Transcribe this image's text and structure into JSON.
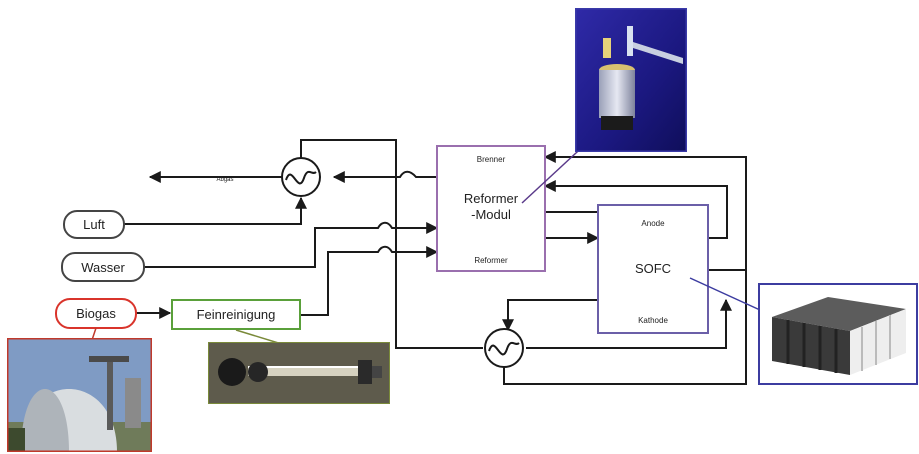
{
  "nodes": {
    "luft": "Luft",
    "wasser": "Wasser",
    "biogas": "Biogas",
    "feinreinigung": "Feinreinigung",
    "reformer_modul": {
      "top": "Brenner",
      "center_line1": "Reformer",
      "center_line2": "-Modul",
      "bottom": "Reformer"
    },
    "sofc": {
      "top": "Anode",
      "center": "SOFC",
      "bottom": "Kathode"
    },
    "abgas_label": "Abgas"
  },
  "colors": {
    "line": "#1a1a1a",
    "reformer_border": "#9a6fae",
    "sofc_border": "#6b5fa8",
    "biogas_border": "#d9342b",
    "feinreinigung_border": "#5aa03a",
    "sofc_photo_border": "#3c3ca0",
    "biogas_photo_border": "#c0392b",
    "reformer_photo_border": "#3a3aa8",
    "feinreinigung_photo_border": "#7a8a3a"
  },
  "icons": [
    "heat-exchanger-icon",
    "line-crossing-icon"
  ]
}
